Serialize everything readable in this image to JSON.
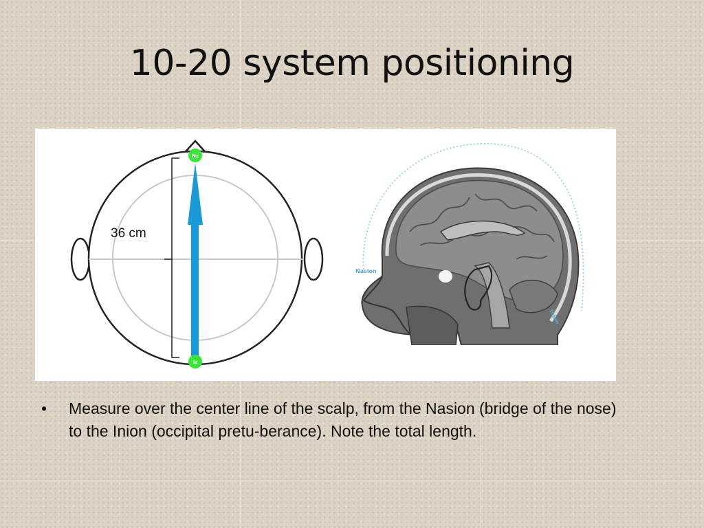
{
  "slide": {
    "title": "10-20 system positioning"
  },
  "figure": {
    "measurement_label": "36 cm",
    "top_point_label": "Nz",
    "bottom_point_label": "Iz",
    "nasion_label": "Nasion",
    "inion_label": "Inion",
    "colors": {
      "arrow": "#1a9ad6",
      "point": "#39e639",
      "outline": "#222222",
      "guide_circle": "#c8c8c8",
      "dotted_arc": "#9fd3e8"
    }
  },
  "bullets": [
    {
      "marker": "•",
      "text": "Measure over the center line of the scalp, from the Nasion (bridge of the nose) to the Inion (occipital pretu-berance). Note the total length."
    }
  ]
}
